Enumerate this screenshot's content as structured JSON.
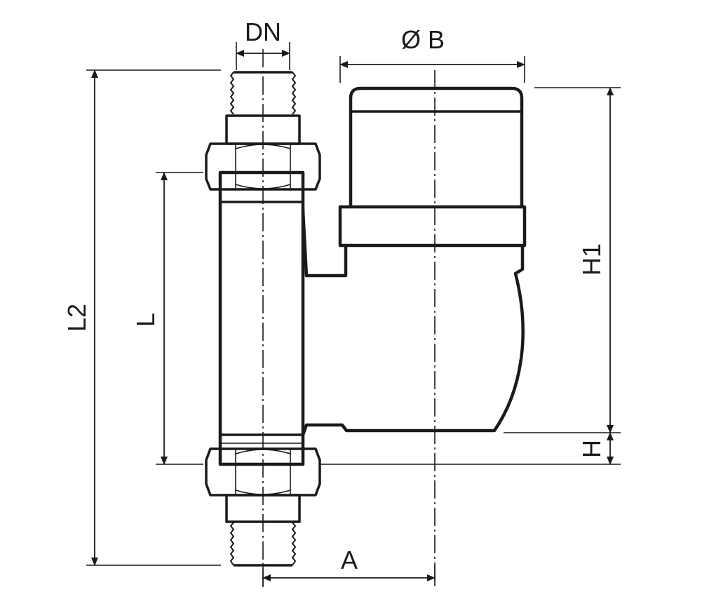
{
  "labels": {
    "dn": "DN",
    "diameter_b": "Ø B",
    "h1": "H1",
    "h": "H",
    "l": "L",
    "l2": "L2",
    "a": "A"
  }
}
